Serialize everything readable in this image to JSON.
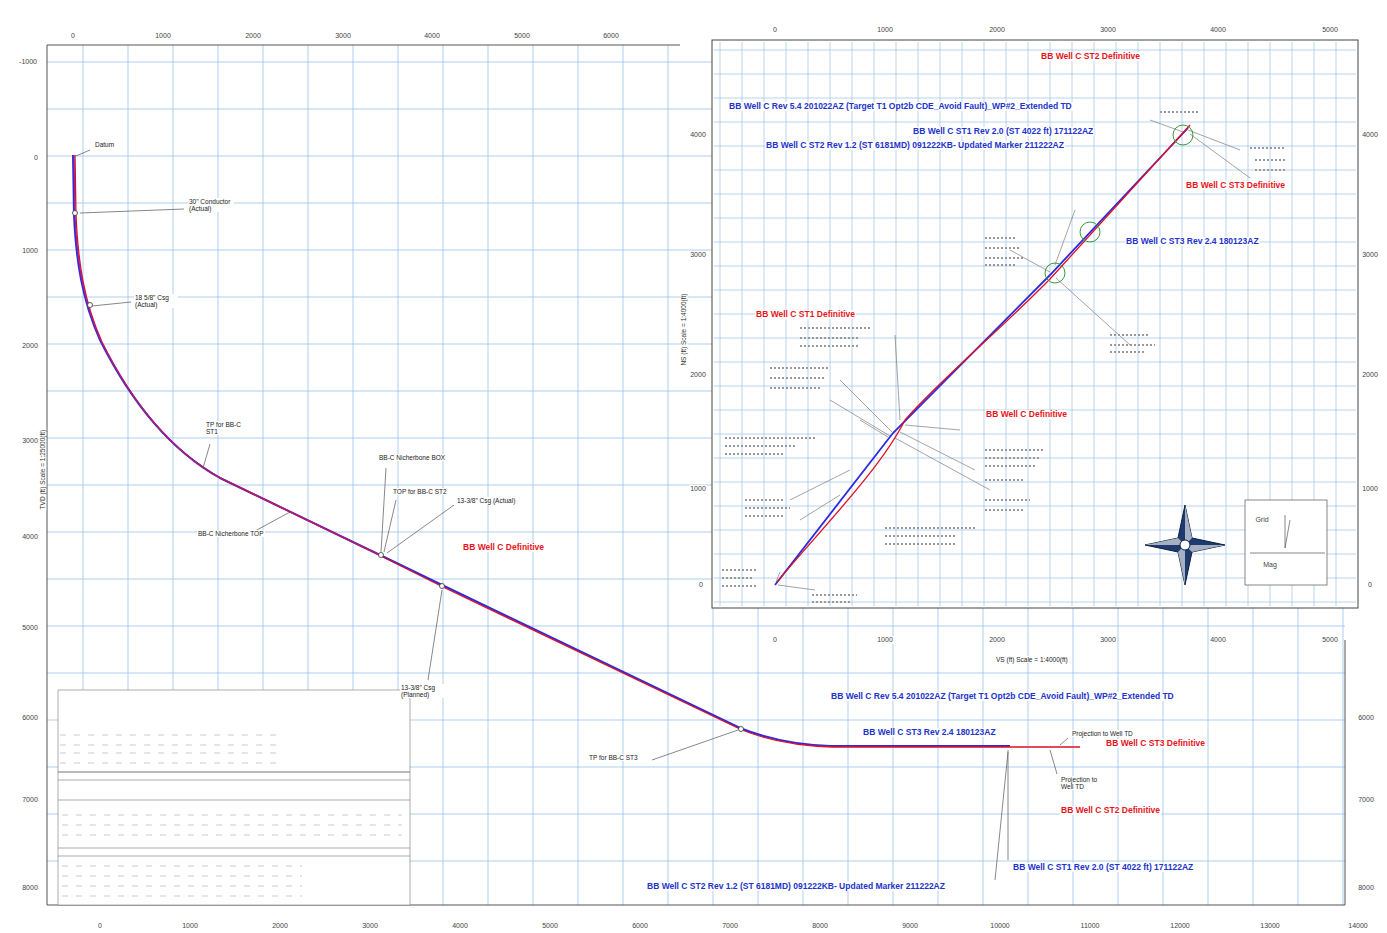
{
  "diagram": {
    "labels": [
      "0",
      "1000",
      "2000",
      "3000",
      "4000",
      "5000",
      "6000",
      "-1000",
      "0",
      "1000",
      "2000",
      "3000",
      "4000",
      "5000",
      "6000",
      "7000",
      "8000",
      "0",
      "1000",
      "2000",
      "3000",
      "4000",
      "5000",
      "6000",
      "7000",
      "8000",
      "9000",
      "10000",
      "11000",
      "12000",
      "13000",
      "14000",
      "6000",
      "7000",
      "8000",
      "TVD (ft) Scale = 1:25000(ft)",
      "Datum",
      "30\" Conductor (Actual)",
      "18 5/8\" Csg (Actual)",
      "TP for BB-C ST1",
      "BB-C Nicherbone TOP",
      "BB-C Nicherbone BOX",
      "TOP for BB-C ST2",
      "13-3/8\" Csg (Actual)",
      "BB Well C Definitive",
      "13-3/8\" Csg (Planned)",
      "TP for BB-C ST3",
      "VS (ft) Scale = 1:4000(ft)",
      "BB Well C Rev 5.4 201022AZ (Target T1 Opt2b CDE_Avoid Fault)_WP#2_Extended TD",
      "BB Well C ST3 Rev 2.4 180123AZ",
      "Projection to Well TD",
      "BB Well C ST3 Definitive",
      "Projection to Well TD",
      "BB Well C ST2 Definitive",
      "BB Well C ST1 Rev 2.0 (ST 4022 ft) 171122AZ",
      "BB Well C ST2 Rev 1.2 (ST 6181MD) 091222KB- Updated Marker 211222AZ",
      "0",
      "1000",
      "2000",
      "3000",
      "4000",
      "5000",
      "4000",
      "3000",
      "2000",
      "1000",
      "0",
      "4000",
      "3000",
      "2000",
      "1000",
      "0",
      "0",
      "1000",
      "2000",
      "3000",
      "4000",
      "5000",
      "NS (ft) Scale = 1:4000(ft)",
      "BB Well C ST2 Definitive",
      "BB Well C Rev 5.4 201022AZ (Target T1 Opt2b CDE_Avoid Fault)_WP#2_Extended TD",
      "BB Well C ST1 Rev 2.0 (ST 4022 ft) 171122AZ",
      "BB Well C ST2 Rev 1.2 (ST 6181MD) 091222KB- Updated Marker 211222AZ",
      "BB Well C ST3 Definitive",
      "BB Well C ST3 Rev 2.4 180123AZ",
      "BB Well C ST1 Definitive",
      "BB Well C Definitive",
      "Grid",
      "Mag"
    ]
  }
}
